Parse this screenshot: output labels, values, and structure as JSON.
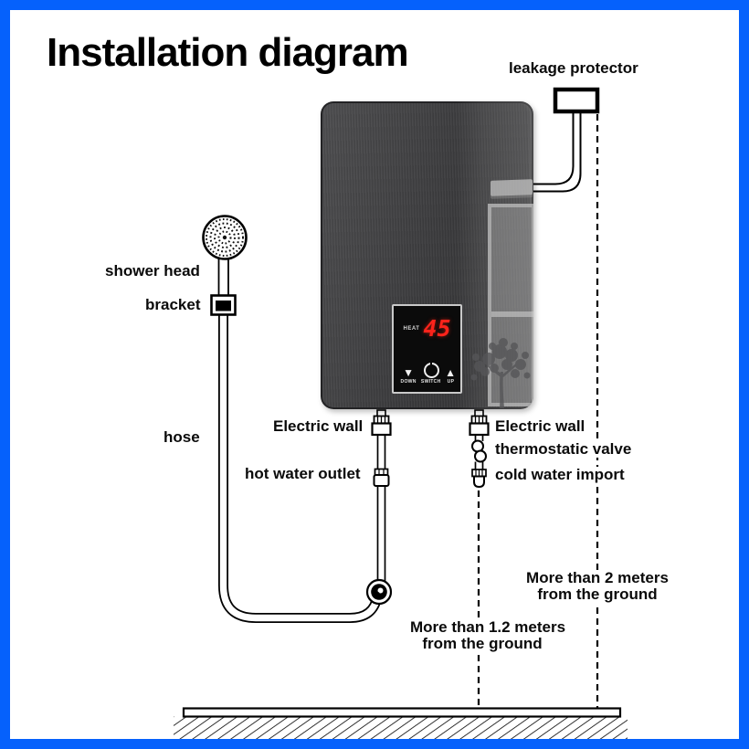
{
  "title": "Installation diagram",
  "colors": {
    "border_blue": "#0561fc",
    "display_red": "#fb231b",
    "heater_body": "#3e3e40"
  },
  "labels": {
    "leakage_protector": "leakage protector",
    "shower_head": "shower head",
    "bracket": "bracket",
    "hose": "hose",
    "electric_wall_left": "Electric wall",
    "hot_water_outlet": "hot water outlet",
    "electric_wall_right": "Electric wall",
    "thermostatic_valve": "thermostatic valve",
    "cold_water_import": "cold water import",
    "clearance_right_line1": "More than 2 meters",
    "clearance_right_line2": "from the ground",
    "clearance_left_line1": "More than 1.2 meters",
    "clearance_left_line2": "from the ground"
  },
  "heater_panel": {
    "heat_label": "HEAT",
    "temperature_value": "45",
    "down_label": "DOWN",
    "switch_label": "SWITCH",
    "up_label": "UP"
  }
}
